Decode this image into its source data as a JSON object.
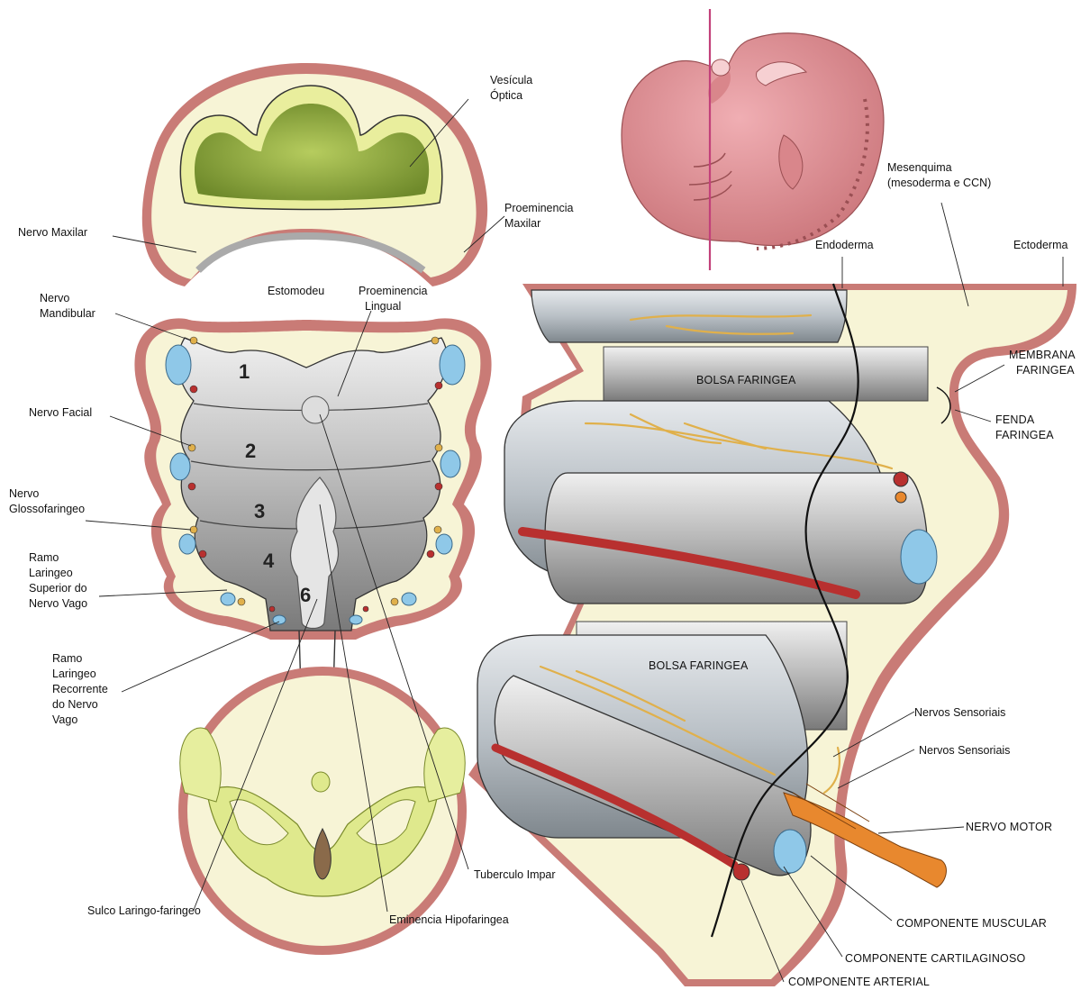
{
  "labels": {
    "vesicula_optica": [
      "Vesícula",
      "Óptica"
    ],
    "proeminencia_maxilar": [
      "Proeminencia",
      "Maxilar"
    ],
    "nervo_maxilar": "Nervo Maxilar",
    "estomodeu": "Estomodeu",
    "proeminencia_lingual": [
      "Proeminencia",
      "Lingual"
    ],
    "nervo_mandibular": [
      "Nervo",
      "Mandibular"
    ],
    "nervo_facial": "Nervo Facial",
    "nervo_glossofaringeo": [
      "Nervo",
      "Glossofaringeo"
    ],
    "ramo_laringeo_superior": [
      "Ramo",
      "Laringeo",
      "Superior do",
      "Nervo Vago"
    ],
    "ramo_laringeo_recorrente": [
      "Ramo",
      "Laringeo",
      "Recorrente",
      "do Nervo",
      "Vago"
    ],
    "sulco_laringo_faringeo": "Sulco Laringo-faringeo",
    "eminencia_hipofaringea": "Eminencia Hipofaringea",
    "tuberculo_impar": "Tuberculo Impar",
    "mesenquima": [
      "Mesenquima",
      "(mesoderma e CCN)"
    ],
    "endoderma": "Endoderma",
    "ectoderma": "Ectoderma",
    "membrana_faringea": [
      "MEMBRANA",
      "FARINGEA"
    ],
    "fenda_faringea": [
      "FENDA",
      "FARINGEA"
    ],
    "bolsa_faringea_1": "BOLSA FARINGEA",
    "bolsa_faringea_2": "BOLSA FARINGEA",
    "nervos_sensoriais_1": "Nervos Sensoriais",
    "nervos_sensoriais_2": "Nervos Sensoriais",
    "nervo_motor": "NERVO MOTOR",
    "componente_muscular": "COMPONENTE MUSCULAR",
    "componente_cartilaginoso": "COMPONENTE CARTILAGINOSO",
    "componente_arterial": "COMPONENTE ARTERIAL"
  },
  "arch_numbers": [
    "1",
    "2",
    "3",
    "4",
    "6"
  ],
  "colors": {
    "wall": "#c97b76",
    "mesenchyme": "#f7f4d6",
    "neural": "#d9e58a",
    "cartilage": "#8fc8e8",
    "nerve": "#e0b04b",
    "motor_nerve": "#e8882e",
    "embryo": "#e2959a",
    "section_line": "#c2417a",
    "lumen": "#cfcfcf"
  }
}
